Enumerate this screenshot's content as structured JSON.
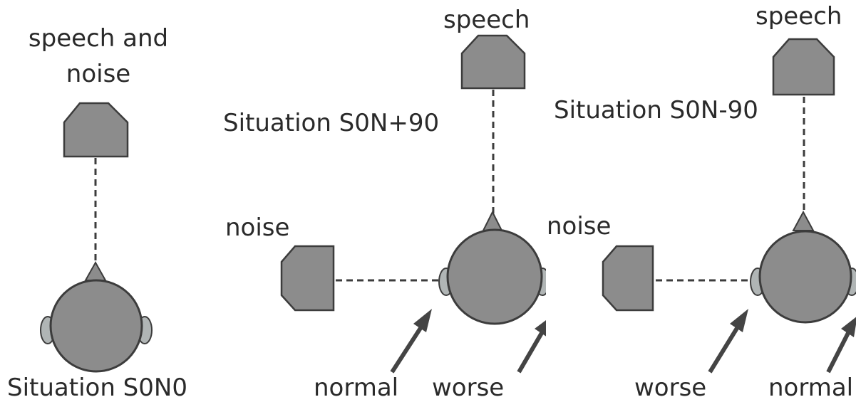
{
  "colors": {
    "shape_fill": "#8c8c8c",
    "ear_fill": "#b0b5b5",
    "stroke": "#3c3c3c",
    "text": "#2a2a2a",
    "arrow": "#444444"
  },
  "panels": [
    {
      "situation": "Situation S0N0",
      "source_label_line1": "speech and",
      "source_label_line2": "noise"
    },
    {
      "situation": "Situation S0N+90",
      "speech_label": "speech",
      "noise_label": "noise",
      "left_ear": "normal",
      "right_ear": "worse"
    },
    {
      "situation": "Situation S0N-90",
      "speech_label": "speech",
      "noise_label": "noise",
      "left_ear": "worse",
      "right_ear": "normal"
    }
  ],
  "icons": [
    "loudspeaker-icon",
    "head-icon",
    "ear-icon",
    "arrow-icon"
  ]
}
